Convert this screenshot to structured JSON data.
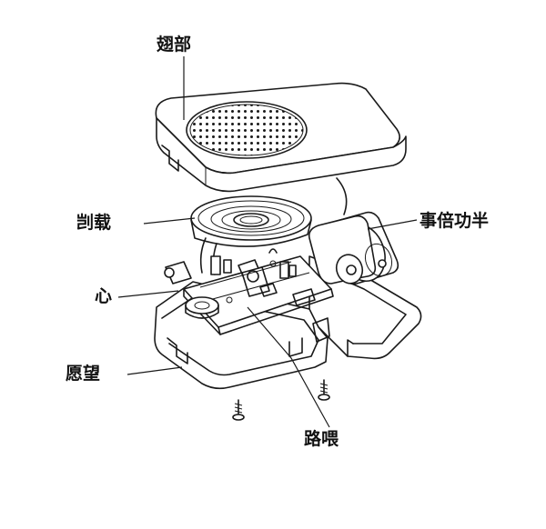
{
  "labels": {
    "top_cover": "翅部",
    "speaker_cone": "剀载",
    "batteries": "事倍功半",
    "core": "心",
    "base_housing": "愿望",
    "circuit_board": "路喂"
  },
  "colors": {
    "ink": "#1a1a1a",
    "background": "#ffffff"
  }
}
